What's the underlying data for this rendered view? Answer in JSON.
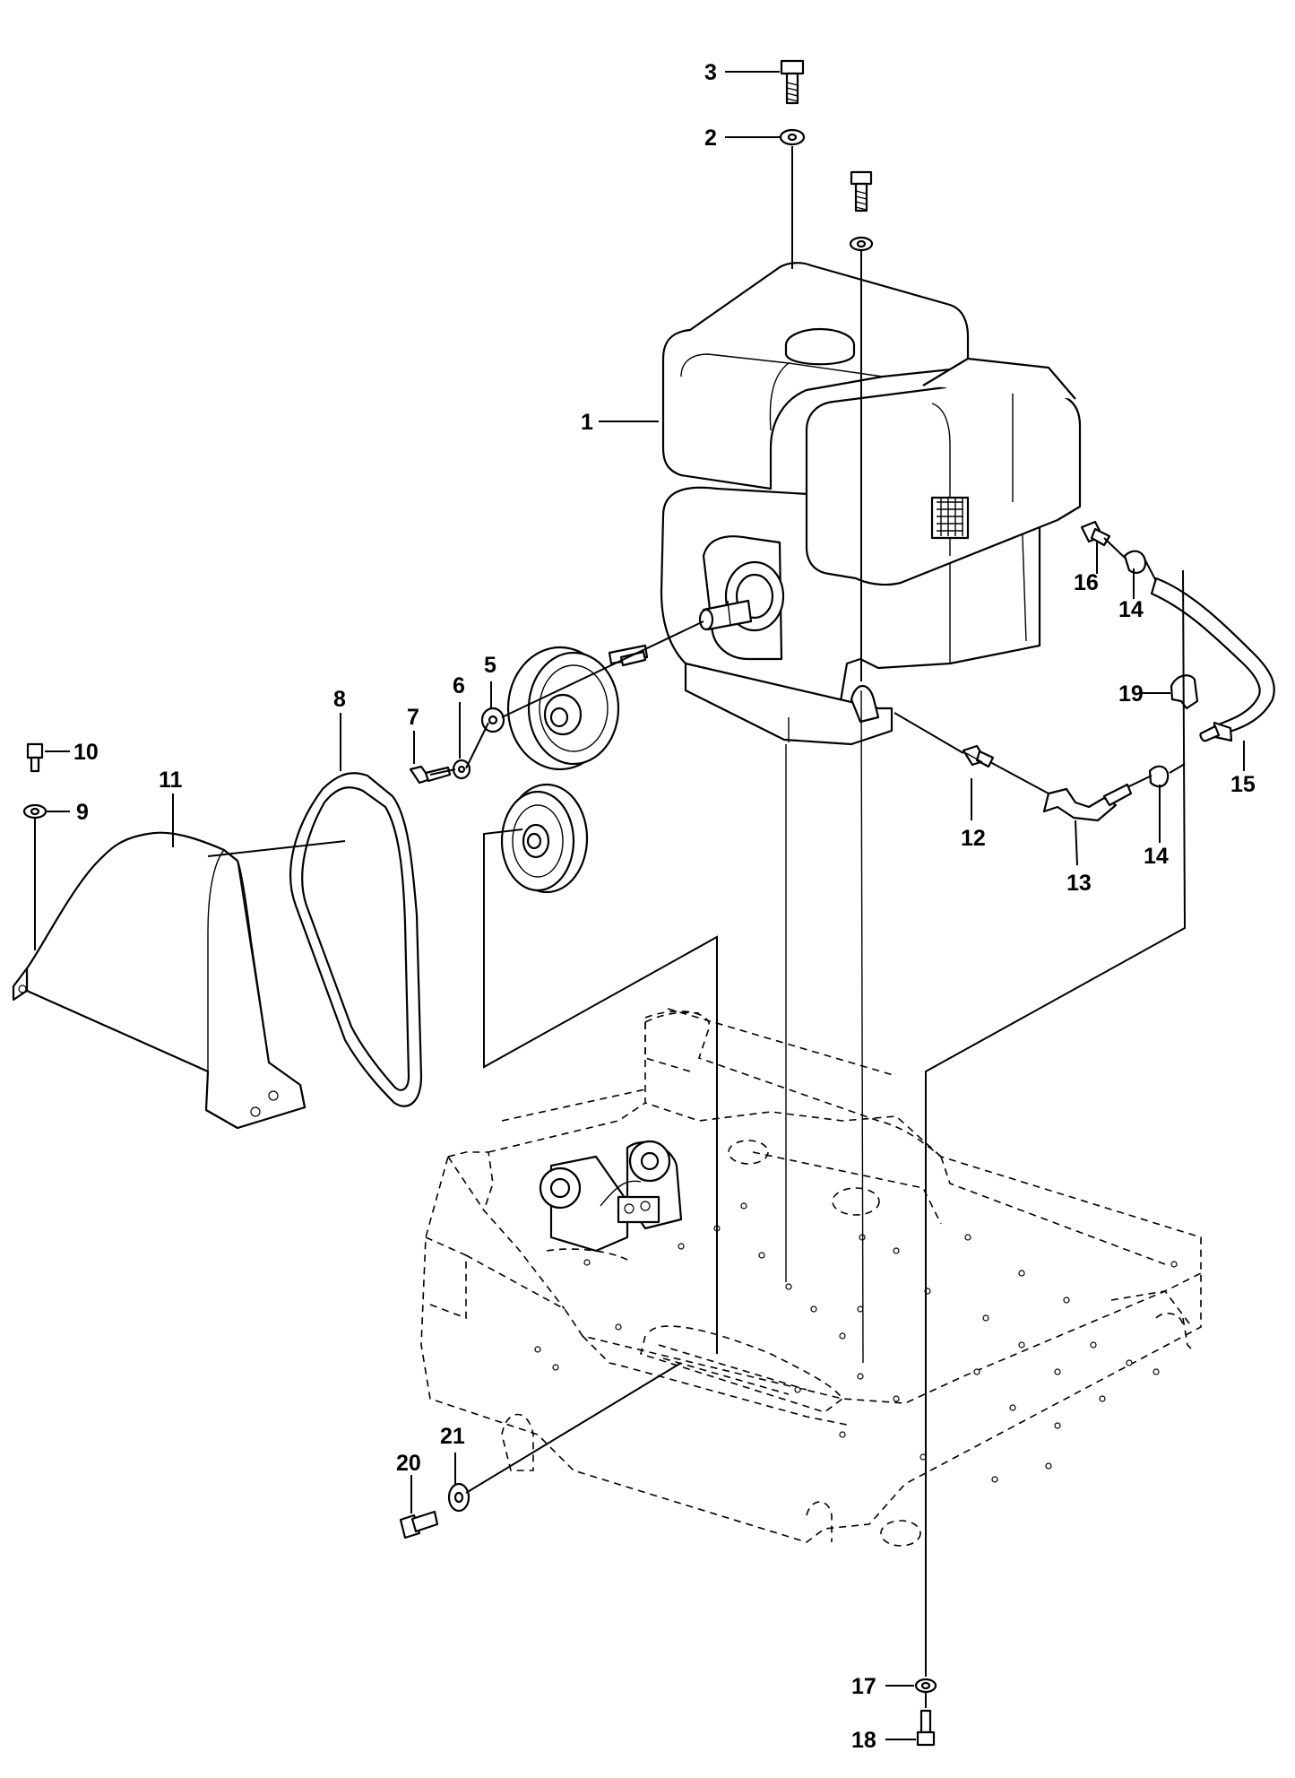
{
  "callouts": {
    "c1": "1",
    "c2": "2",
    "c3": "3",
    "c5": "5",
    "c6": "6",
    "c7": "7",
    "c8": "8",
    "c9": "9",
    "c10": "10",
    "c11": "11",
    "c12": "12",
    "c13": "13",
    "c14a": "14",
    "c14b": "14",
    "c15": "15",
    "c16": "16",
    "c17": "17",
    "c18": "18",
    "c19": "19",
    "c20": "20",
    "c21": "21"
  }
}
